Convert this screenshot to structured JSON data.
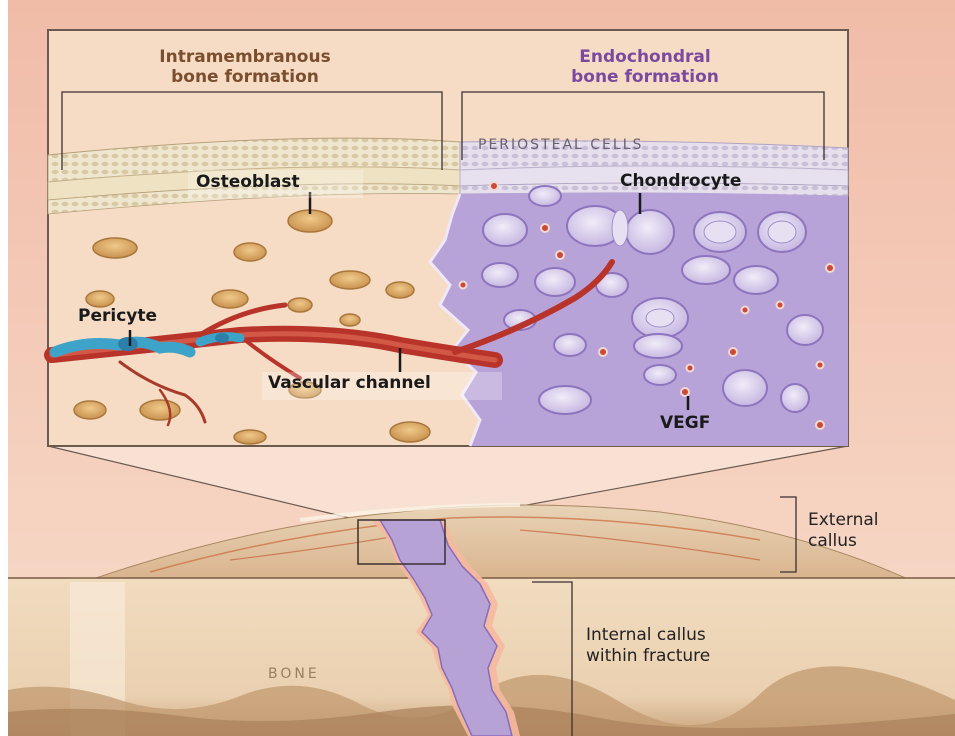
{
  "headers": {
    "intramembranous": "Intramembranous\nbone formation",
    "endochondral": "Endochondral\nbone formation"
  },
  "labels": {
    "periosteal": "PERIOSTEAL CELLS",
    "osteoblast": "Osteoblast",
    "chondrocyte": "Chondrocyte",
    "pericyte": "Pericyte",
    "vascular": "Vascular channel",
    "vegf": "VEGF",
    "external_callus": "External\ncallus",
    "internal_callus": "Internal callus\nwithin fracture",
    "bone": "BONE"
  },
  "colors": {
    "background_top": "#f2c0ad",
    "background_bottom": "#f7d9c8",
    "bone_tissue": "#f0d4b0",
    "cartilage": "#b9a4d8",
    "vessel": "#b8332a",
    "pericyte": "#3da3c8",
    "intramembranous_header": "#7a4e2e",
    "endochondral_header": "#7b4aa0"
  }
}
